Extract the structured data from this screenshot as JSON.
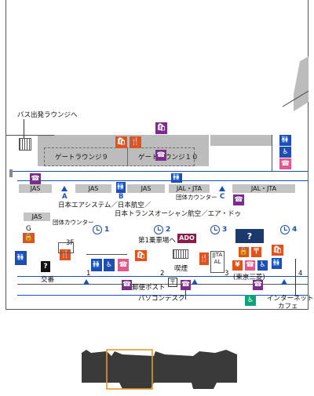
{
  "labels": {
    "bus_lounge_exit": "バス出発ラウンジへ",
    "gate_lounge_9": "ゲートラウンジ９",
    "gate_lounge_10": "ゲートラウンジ１０",
    "jas_1": "JAS",
    "jas_2": "JAS",
    "jas_3": "JAS",
    "jas_4": "JAS",
    "jal_jta_1": "JAL・JTA",
    "jal_jta_2": "JAL・JTA",
    "group_counter_1": "団体カウンター",
    "group_counter_2": "団体カウンター",
    "airline_line1": "日本エアシステム／日本航空／",
    "airline_line2": "日本トランスオーシャン航空／エア・ドゥ",
    "gate_a": "A",
    "gate_b": "B",
    "gate_c": "C",
    "baggage_g": "G",
    "bus_stop_1": "第1乗車場へ",
    "floor_3f": "3F",
    "koban": "交番",
    "post_box": "郵便ポスト",
    "smoking": "喫煙",
    "pc_desk": "パソコンデスク",
    "tokyo_mitsubishi": "(東京三菱)",
    "internet_cafe_l1": "インターネット",
    "internet_cafe_l2": "カフェ",
    "ado": "ADO",
    "jta_stack": "JJTAAL",
    "door_1": "1",
    "door_2": "2",
    "door_3": "3",
    "door_4": "4",
    "clock_1": "1",
    "clock_2": "2",
    "clock_3": "3",
    "clock_4": "4"
  },
  "icons": {
    "info": "?",
    "disabled": "♿",
    "restroom": "🚻",
    "restaurant": "🍴",
    "shop": "🛍",
    "phone": "☎",
    "locker": "🔒",
    "post": "〒",
    "bank": "¥",
    "elevator": "⇕"
  },
  "colors": {
    "accent_blue": "#1e4fb0",
    "orange": "#e0531e",
    "purple": "#7a2d8c",
    "green": "#0ea37a",
    "navy": "#1b3a6b",
    "magenta": "#8b1a4a",
    "pink": "#e05b8c"
  }
}
